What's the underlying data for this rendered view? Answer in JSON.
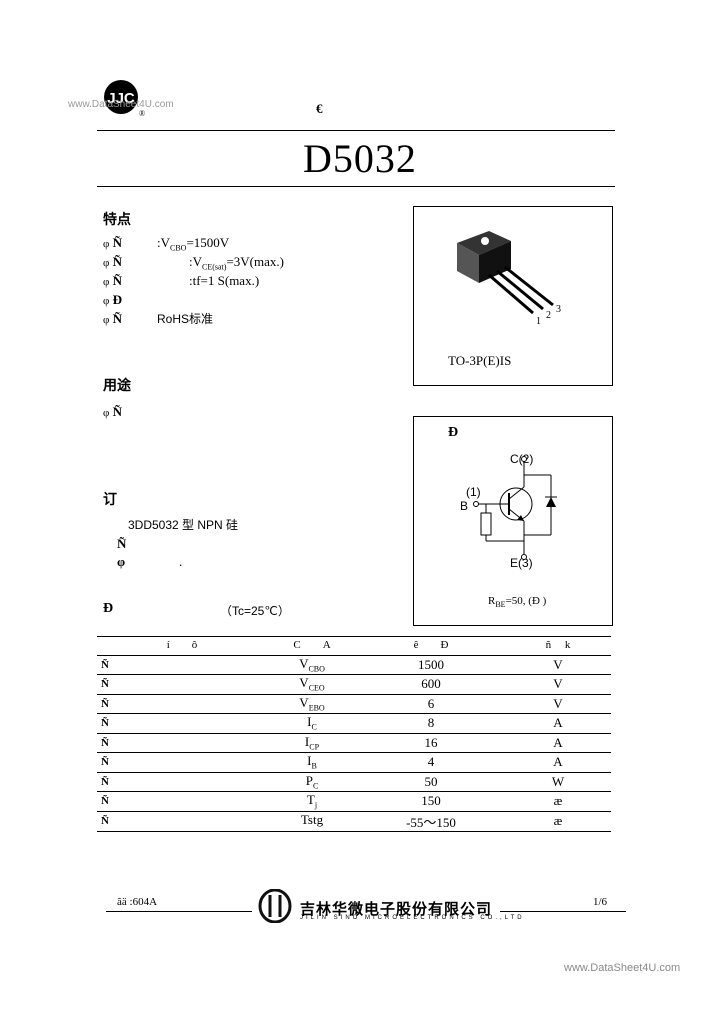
{
  "header": {
    "watermark_top": "www.DataSheet4U.com",
    "mark": "€",
    "part_number": "D5032"
  },
  "features": {
    "heading": "特点",
    "items": [
      {
        "bullet": "φ",
        "label": "Ñ",
        "value_pre": ":V",
        "sub": "CBO",
        "value_post": "=1500V"
      },
      {
        "bullet": "φ",
        "label": "Ñ",
        "value_pre": ":V",
        "sub": "CE(sat)",
        "value_post": "=3V(max.)"
      },
      {
        "bullet": "φ",
        "label": "Ñ",
        "value_pre": ":tf=1",
        "sub": "",
        "value_post": "S(max.)"
      },
      {
        "bullet": "φ",
        "label": "Ð",
        "value_pre": "",
        "sub": "",
        "value_post": ""
      },
      {
        "bullet": "φ",
        "label": "Ñ",
        "value_pre": "RoHS",
        "sub": "",
        "value_post": "标准"
      }
    ]
  },
  "package": {
    "label": "TO-3P(E)IS",
    "pins": [
      "1",
      "2",
      "3"
    ]
  },
  "application": {
    "heading": "用途",
    "items": [
      {
        "bullet": "φ",
        "label": "Ñ"
      }
    ]
  },
  "ordering": {
    "heading": "订",
    "line1": "3DD5032 型 NPN 硅",
    "line2_label": "Ñ",
    "line3_label": "φ",
    "line3_tail": "."
  },
  "circuit": {
    "heading": "Ð",
    "pin_c": "C",
    "pin_c_num": "(2)",
    "pin_b": "B",
    "pin_b_num": "(1)",
    "pin_e": "E",
    "pin_e_num": "(3)",
    "rbe_prefix": "R",
    "rbe_sub": "BE",
    "rbe_value": "=50",
    "rbe_tail": ", (Ð    )"
  },
  "ratings": {
    "heading": "Ð",
    "condition": "（Tc=25℃）",
    "columns": [
      "í",
      "ô",
      "C",
      "A",
      "ê",
      "Ð",
      "ñ",
      "k"
    ],
    "rows": [
      {
        "name": "Ñ",
        "symbol": "V",
        "sub": "CBO",
        "value": "1500",
        "unit": "V"
      },
      {
        "name": "Ñ",
        "symbol": "V",
        "sub": "CEO",
        "value": "600",
        "unit": "V"
      },
      {
        "name": "Ñ",
        "symbol": "V",
        "sub": "EBO",
        "value": "6",
        "unit": "V"
      },
      {
        "name": "Ñ",
        "symbol": "I",
        "sub": "C",
        "value": "8",
        "unit": "A"
      },
      {
        "name": "Ñ",
        "symbol": "I",
        "sub": "CP",
        "value": "16",
        "unit": "A"
      },
      {
        "name": "Ñ",
        "symbol": "I",
        "sub": "B",
        "value": "4",
        "unit": "A"
      },
      {
        "name": "Ñ",
        "symbol": "P",
        "sub": "C",
        "value": "50",
        "unit": "W"
      },
      {
        "name": "Ñ",
        "symbol": "T",
        "sub": "j",
        "value": "150",
        "unit": "æ"
      },
      {
        "name": "Ñ",
        "symbol": "Tstg",
        "sub": "",
        "value": "-55～150",
        "unit": "æ"
      }
    ]
  },
  "footer": {
    "left": "ãä :604A",
    "company_cn": "吉林华微电子股份有限公司",
    "company_en": "JILIN SINO MICROELECTRONICS CO.,LTD",
    "page": "1/6",
    "watermark_bottom": "www.DataSheet4U.com"
  }
}
